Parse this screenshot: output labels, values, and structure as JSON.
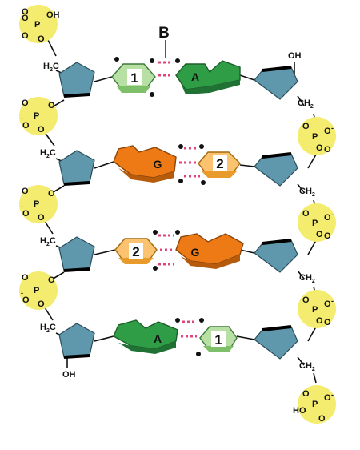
{
  "label_b": "B",
  "unknown_labels": {
    "one": "1",
    "two": "2"
  },
  "bases": {
    "a": "A",
    "g": "G"
  },
  "phosphate": {
    "p": "P",
    "o": "O",
    "oh": "OH",
    "ho": "HO",
    "minus": "-"
  },
  "sugar": {
    "h2c_h": "H",
    "h2c_sub": "2",
    "h2c_c": "C",
    "ch2_c": "CH",
    "ch2_sub": "2",
    "oh": "OH"
  },
  "colors": {
    "phosphate_fill": "#f4ec6e",
    "sugar_fill": "#5f98ad",
    "adenine_fill": "#2f9d46",
    "guanine_fill": "#ee7a16",
    "pyrimidine_light_green": "#b8e0a4",
    "pyrimidine_light_orange": "#fbc370",
    "hbond": "#e0447f"
  }
}
